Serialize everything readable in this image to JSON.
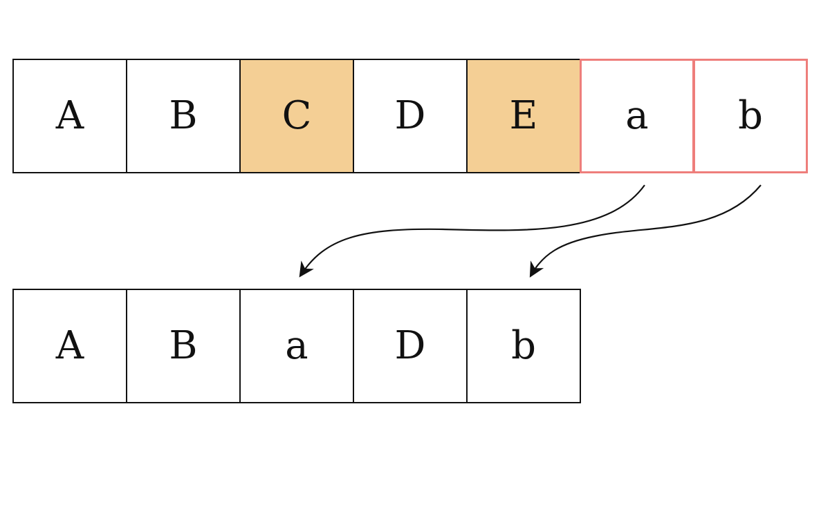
{
  "source_row": {
    "cells": [
      {
        "label": "A",
        "state": "normal"
      },
      {
        "label": "B",
        "state": "normal"
      },
      {
        "label": "C",
        "state": "replaced"
      },
      {
        "label": "D",
        "state": "normal"
      },
      {
        "label": "E",
        "state": "replaced"
      },
      {
        "label": "a",
        "state": "new"
      },
      {
        "label": "b",
        "state": "new"
      }
    ]
  },
  "result_row": {
    "cells": [
      {
        "label": "A"
      },
      {
        "label": "B"
      },
      {
        "label": "a"
      },
      {
        "label": "D"
      },
      {
        "label": "b"
      }
    ]
  },
  "mappings": [
    {
      "from": "a",
      "to": "a"
    },
    {
      "from": "b",
      "to": "b"
    }
  ],
  "colors": {
    "replaced_fill": "#f4cf95",
    "new_border": "#ee7e7b",
    "line": "#111111"
  }
}
